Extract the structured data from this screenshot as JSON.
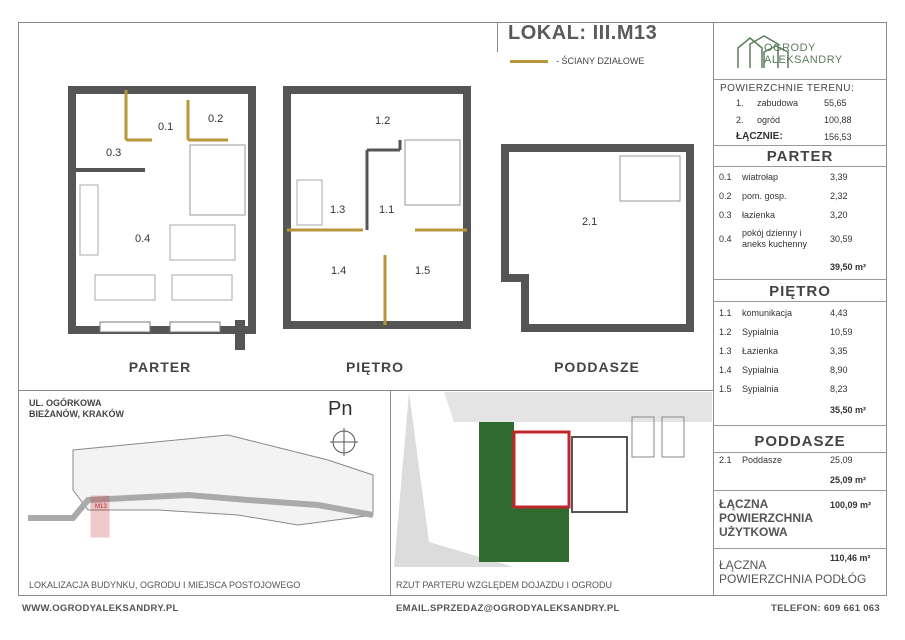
{
  "header": {
    "title": "LOKAL: III.M13",
    "legend_label": "- ŚCIANY DZIAŁOWE"
  },
  "logo": {
    "line1": "OGRODY",
    "line2": "ALEKSANDRY"
  },
  "terrain": {
    "heading": "POWIERZCHNIE TERENU:",
    "rows": [
      {
        "num": "1.",
        "name": "zabudowa",
        "value": "55,65"
      },
      {
        "num": "2.",
        "name": "ogród",
        "value": "100,88"
      }
    ],
    "total_label": "ŁĄCZNIE:",
    "total_value": "156,53"
  },
  "parter": {
    "heading": "PARTER",
    "rows": [
      {
        "num": "0.1",
        "name": "wiatrołap",
        "value": "3,39"
      },
      {
        "num": "0.2",
        "name": "pom. gosp.",
        "value": "2,32"
      },
      {
        "num": "0.3",
        "name": "łazienka",
        "value": "3,20"
      },
      {
        "num": "0.4",
        "name": "pokój dzienny i",
        "name2": "aneks kuchenny",
        "value": "30,59"
      }
    ],
    "total": "39,50 m²"
  },
  "pietro": {
    "heading": "PIĘTRO",
    "rows": [
      {
        "num": "1.1",
        "name": "komunikacja",
        "value": "4,43"
      },
      {
        "num": "1.2",
        "name": "Sypialnia",
        "value": "10,59"
      },
      {
        "num": "1.3",
        "name": "Łazienka",
        "value": "3,35"
      },
      {
        "num": "1.4",
        "name": "Sypialnia",
        "value": "8,90"
      },
      {
        "num": "1.5",
        "name": "Sypialnia",
        "value": "8,23"
      }
    ],
    "total": "35,50 m²"
  },
  "poddasze": {
    "heading": "PODDASZE",
    "rows": [
      {
        "num": "2.1",
        "name": "Poddasze",
        "value": "25,09"
      }
    ],
    "total": "25,09 m²"
  },
  "usable": {
    "label1": "ŁĄCZNA",
    "label2": "POWIERZCHNIA",
    "label3": "UŻYTKOWA",
    "value": "100,09 m²"
  },
  "floor_area": {
    "label1": "ŁĄCZNA",
    "label2": "POWIERZCHNIA PODŁÓG",
    "value": "110,46 m²"
  },
  "plans": {
    "parter_label": "PARTER",
    "pietro_label": "PIĘTRO",
    "poddasze_label": "PODDASZE",
    "parter_rooms": [
      "0.1",
      "0.2",
      "0.3",
      "0.4"
    ],
    "pietro_rooms": [
      "1.1",
      "1.2",
      "1.3",
      "1.4",
      "1.5"
    ],
    "poddasze_rooms": [
      "2.1"
    ]
  },
  "location": {
    "street": "UL. OGÓRKOWA",
    "district": "BIEŻANÓW, KRAKÓW",
    "north": "Pn",
    "caption": "LOKALIZACJA BUDYNKU, OGRODU I MIEJSCA POSTOJOWEGO",
    "unit_tag": "M13"
  },
  "siteplan": {
    "caption": "RZUT PARTERU WZGLĘDEM DOJAZDU I OGRODU"
  },
  "footer": {
    "website": "WWW.OGRODYALEKSANDRY.PL",
    "email": "EMAIL.SPRZEDAZ@OGRODYALEKSANDRY.PL",
    "phone": "TELEFON: 609 661 063"
  },
  "colors": {
    "accent_gold": "#b8963a",
    "brand_green": "#5b7d5b",
    "wall": "#555555",
    "plot_green": "#2f6b2f",
    "marker_red": "#c0272d"
  }
}
